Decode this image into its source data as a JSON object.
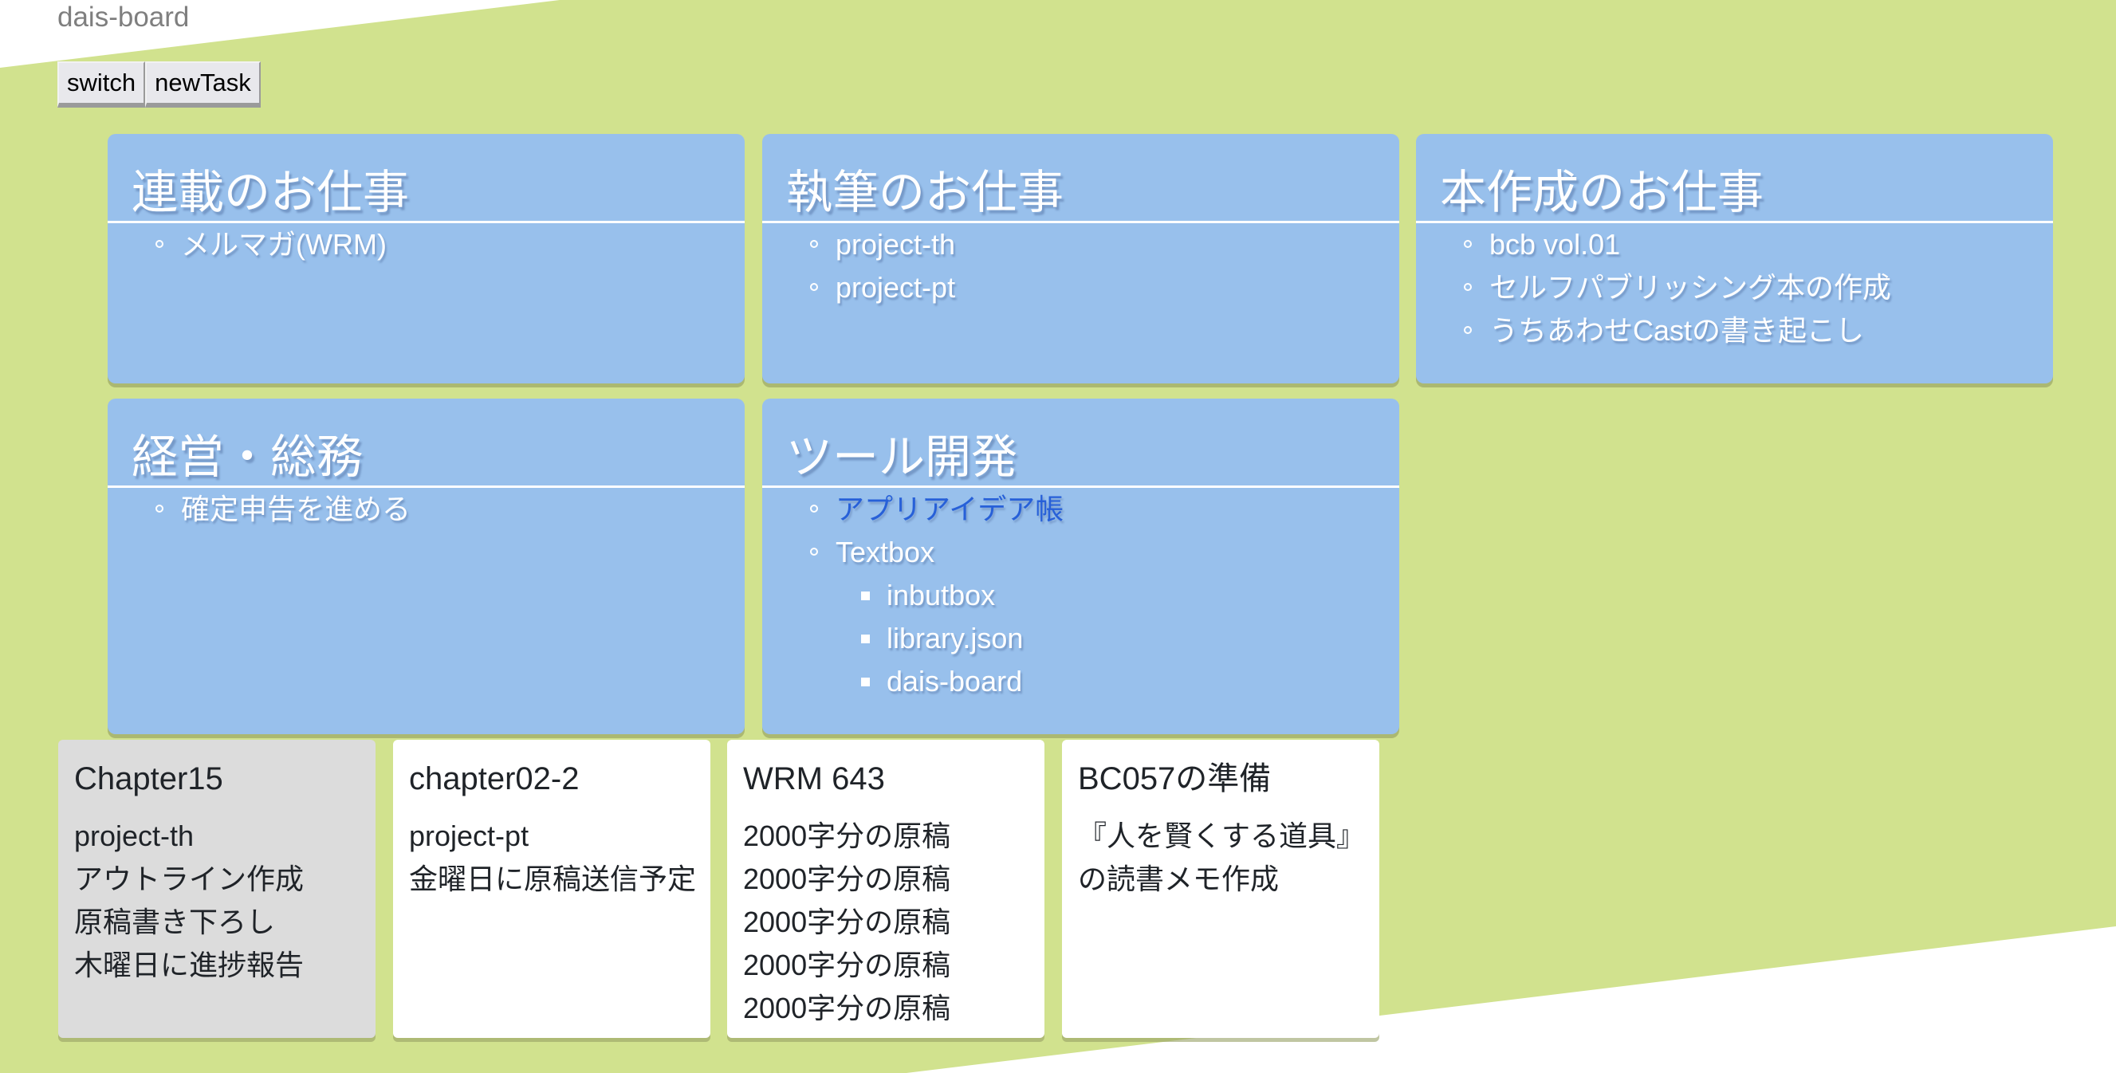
{
  "app": {
    "title": "dais-board"
  },
  "toolbar": {
    "switch_label": "switch",
    "new_task_label": "newTask"
  },
  "colors": {
    "background_green": "#d1e28e",
    "panel_blue": "#98c0ec",
    "link_blue": "#2760d8",
    "selected_card": "#dcdcdc"
  },
  "panels": [
    {
      "title": "連載のお仕事",
      "items": [
        {
          "label": "メルマガ(WRM)"
        }
      ]
    },
    {
      "title": "執筆のお仕事",
      "items": [
        {
          "label": "project-th"
        },
        {
          "label": "project-pt"
        }
      ]
    },
    {
      "title": "本作成のお仕事",
      "items": [
        {
          "label": "bcb vol.01"
        },
        {
          "label": "セルフパブリッシング本の作成"
        },
        {
          "label": "うちあわせCastの書き起こし"
        }
      ]
    },
    {
      "title": "経営・総務",
      "items": [
        {
          "label": "確定申告を進める"
        }
      ]
    },
    {
      "title": "ツール開発",
      "items": [
        {
          "label": "アプリアイデア帳",
          "link": true
        },
        {
          "label": "Textbox",
          "children": [
            {
              "label": "inbutbox"
            },
            {
              "label": "library.json"
            },
            {
              "label": "dais-board"
            }
          ]
        }
      ]
    }
  ],
  "cards": [
    {
      "title": "Chapter15",
      "lines": [
        "project-th",
        "アウトライン作成",
        "原稿書き下ろし",
        "木曜日に進捗報告"
      ],
      "selected": true
    },
    {
      "title": "chapter02-2",
      "lines": [
        "project-pt",
        "金曜日に原稿送信予定"
      ]
    },
    {
      "title": "WRM 643",
      "lines": [
        "2000字分の原稿",
        "2000字分の原稿",
        "2000字分の原稿",
        "2000字分の原稿",
        "2000字分の原稿"
      ]
    },
    {
      "title": "BC057の準備",
      "lines": [
        "『人を賢くする道具』",
        "の読書メモ作成"
      ]
    }
  ]
}
